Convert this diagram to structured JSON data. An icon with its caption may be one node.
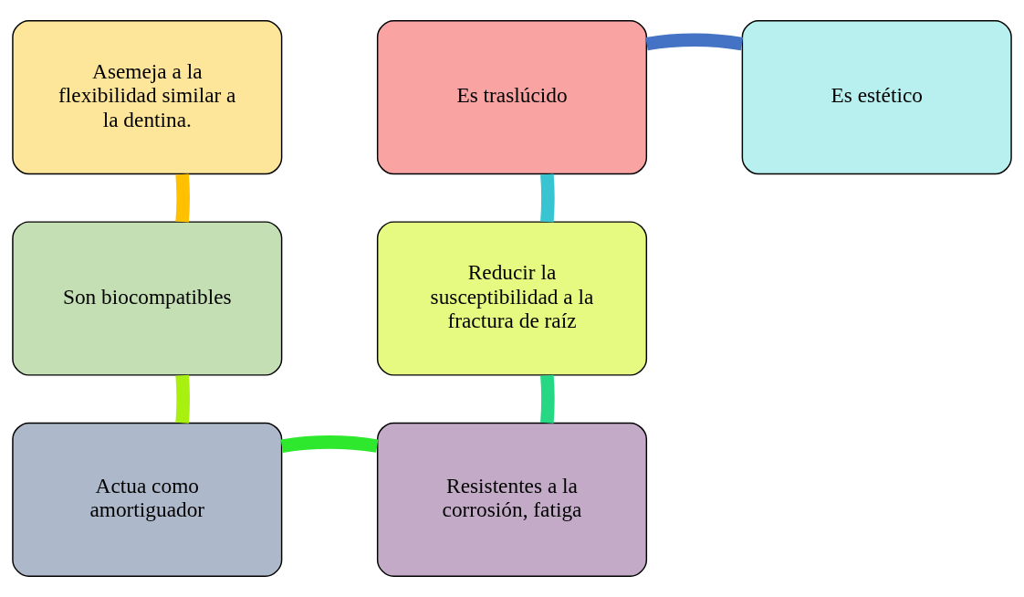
{
  "diagram": {
    "nodes": [
      {
        "text": [
          "Asemeja a la flexibilidad similar a la dentina."
        ]
      },
      {
        "text": [
          "Son biocompatibles"
        ]
      },
      {
        "text": [
          "Actua como amortiguador"
        ]
      },
      {
        "text": [
          "Resistentes a la corrosión, fatiga"
        ]
      },
      {
        "text": [
          "Reducir la susceptibilidad a la fractura de raíz"
        ]
      },
      {
        "text": [
          "Es traslúcido"
        ]
      },
      {
        "text": [
          "Es estético"
        ]
      }
    ],
    "edges": [
      {
        "from": 0,
        "to": 1,
        "arrow": "none",
        "color": "#ffc000"
      },
      {
        "from": 1,
        "to": 2,
        "arrow": "none",
        "color": "#a8f010"
      },
      {
        "from": 2,
        "to": 3,
        "arrow": "none",
        "color": "#2ee82e"
      },
      {
        "from": 3,
        "to": 4,
        "arrow": "none",
        "color": "#26d884"
      },
      {
        "from": 4,
        "to": 5,
        "arrow": "none",
        "color": "#38c4d0"
      },
      {
        "from": 5,
        "to": 6,
        "arrow": "none",
        "color": "#4472c4"
      }
    ]
  }
}
